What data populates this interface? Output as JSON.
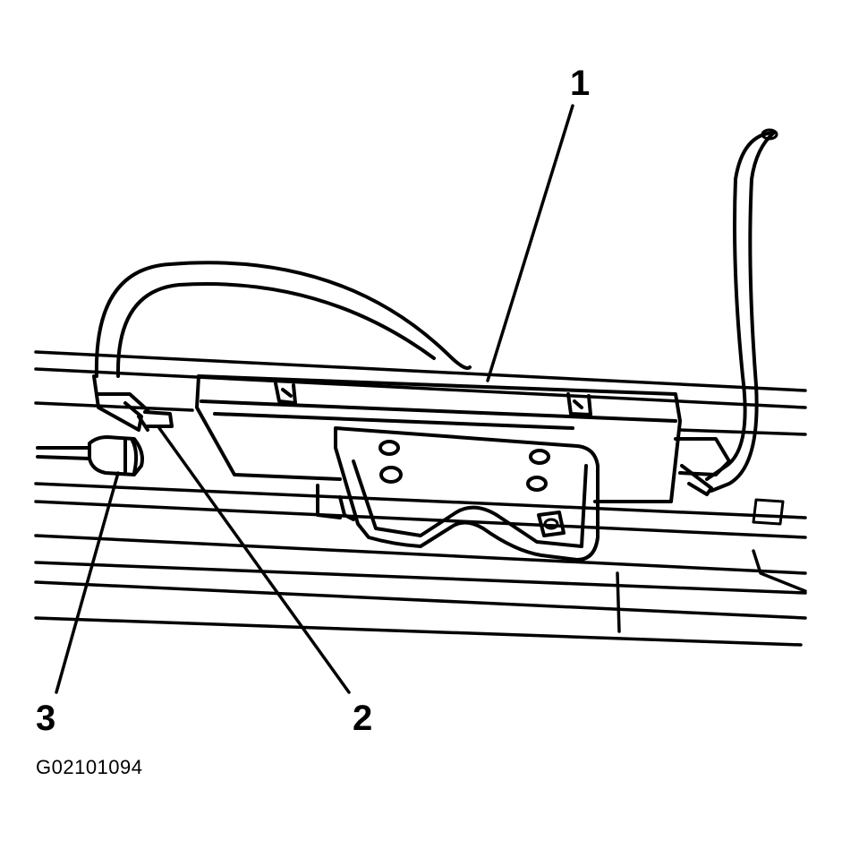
{
  "figure": {
    "id_label": "G02101094"
  },
  "callouts": [
    {
      "label": "1"
    },
    {
      "label": "2"
    },
    {
      "label": "3"
    }
  ]
}
